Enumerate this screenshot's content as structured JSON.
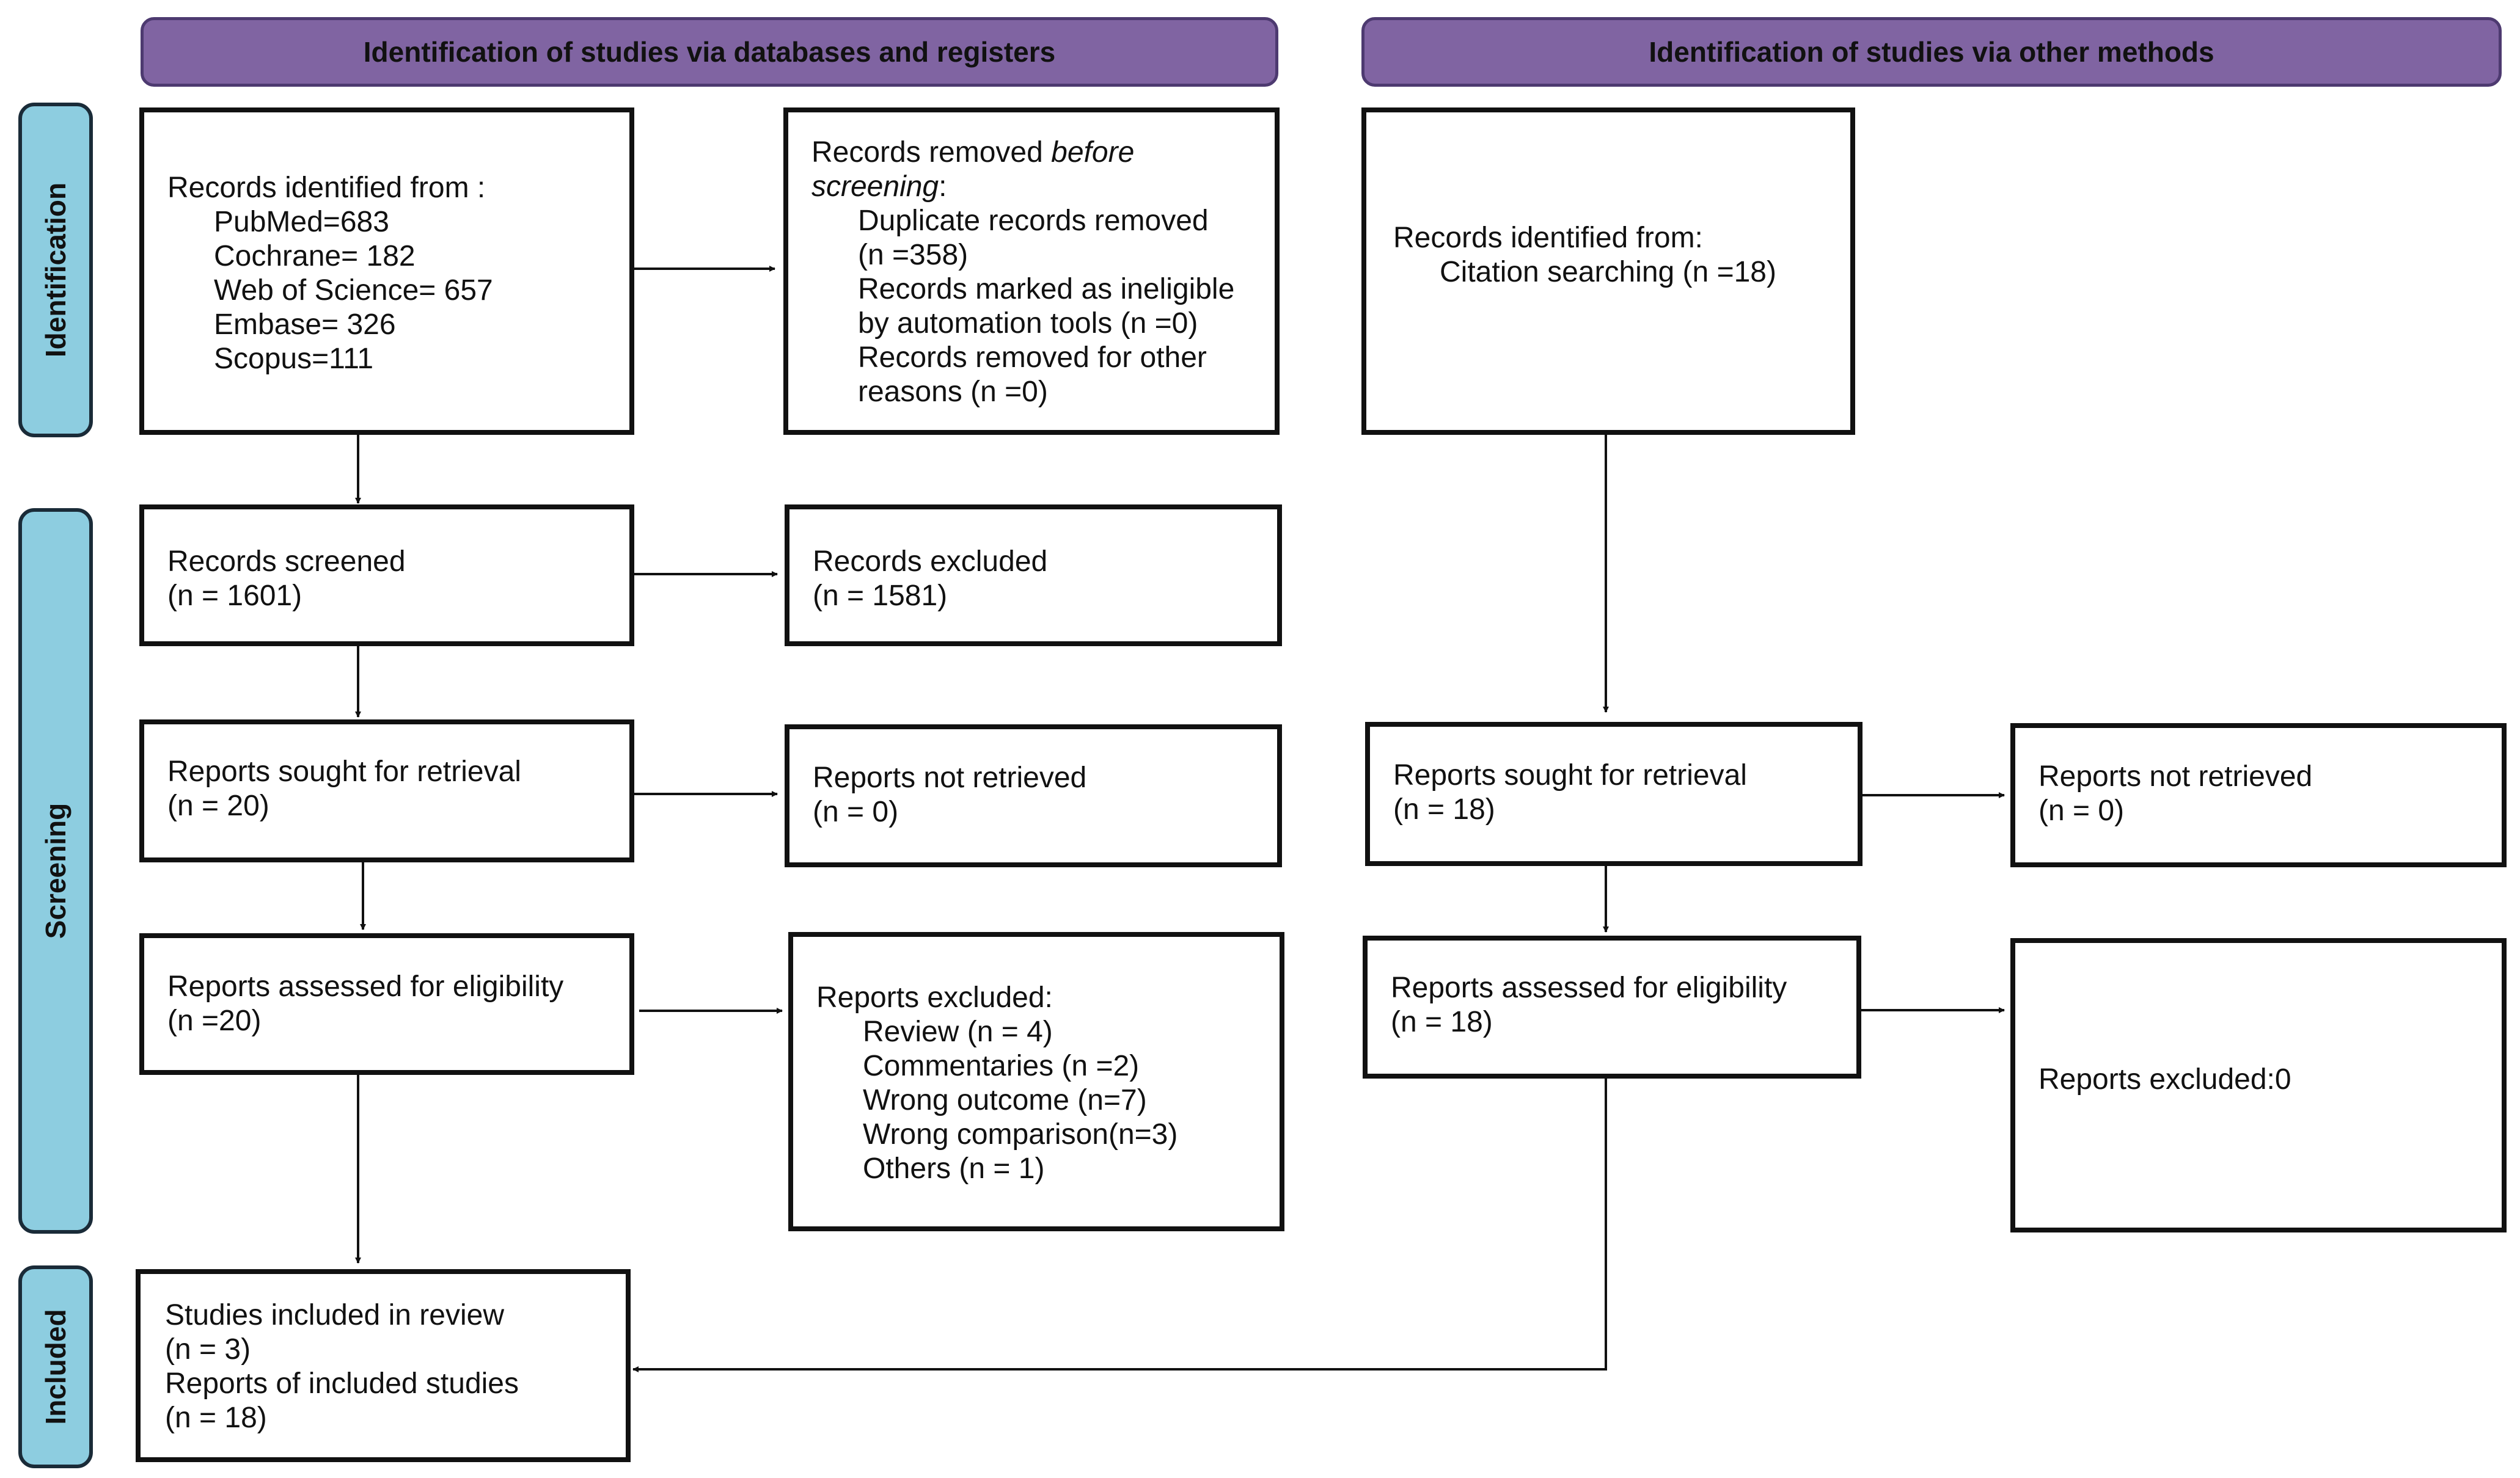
{
  "headers": {
    "databases": "Identification of studies via databases and registers",
    "other": "Identification of studies via other methods"
  },
  "stages": {
    "identification": "Identification",
    "screening": "Screening",
    "included": "Included"
  },
  "db": {
    "records_identified": {
      "title": "Records identified from :",
      "sources": [
        "PubMed=683",
        "Cochrane= 182",
        "Web of Science= 657",
        "Embase= 326",
        "Scopus=111"
      ]
    },
    "records_removed": {
      "title_prefix": "Records removed ",
      "title_italic": "before",
      "title_italic2": "screening",
      "title_suffix": ":",
      "lines": [
        "Duplicate records removed",
        "(n =358)",
        "Records marked as ineligible",
        "by automation tools (n =0)",
        "Records removed for other",
        "reasons (n =0)"
      ]
    },
    "records_screened": {
      "title": "Records screened",
      "count": "(n = 1601)"
    },
    "records_excluded": {
      "title": "Records excluded",
      "count": "(n = 1581)"
    },
    "reports_sought": {
      "title": "Reports sought for retrieval",
      "count": "(n = 20)"
    },
    "reports_not_retrieved": {
      "title": "Reports not retrieved",
      "count": "(n = 0)"
    },
    "reports_assessed": {
      "title": "Reports assessed for eligibility",
      "count": "(n =20)"
    },
    "reports_excluded": {
      "title": "Reports excluded:",
      "reasons": [
        "Review (n = 4)",
        "Commentaries (n =2)",
        "Wrong outcome (n=7)",
        "Wrong comparison(n=3)",
        "Others (n = 1)"
      ]
    },
    "included": {
      "line1": "Studies included in review",
      "line2": "(n = 3)",
      "line3": "Reports of included studies",
      "line4": "(n = 18)"
    }
  },
  "other": {
    "records_identified": {
      "title": "Records identified from:",
      "source": "Citation searching (n =18)"
    },
    "reports_sought": {
      "title": "Reports sought for retrieval",
      "count": "(n = 18)"
    },
    "reports_not_retrieved": {
      "title": "Reports not retrieved",
      "count": "(n = 0)"
    },
    "reports_assessed": {
      "title": "Reports assessed for eligibility",
      "count": "(n = 18)"
    },
    "reports_excluded": {
      "title": "Reports excluded:0"
    }
  },
  "colors": {
    "header_fill": "#8064a2",
    "stage_fill": "#8dcde0",
    "border": "#111111"
  }
}
